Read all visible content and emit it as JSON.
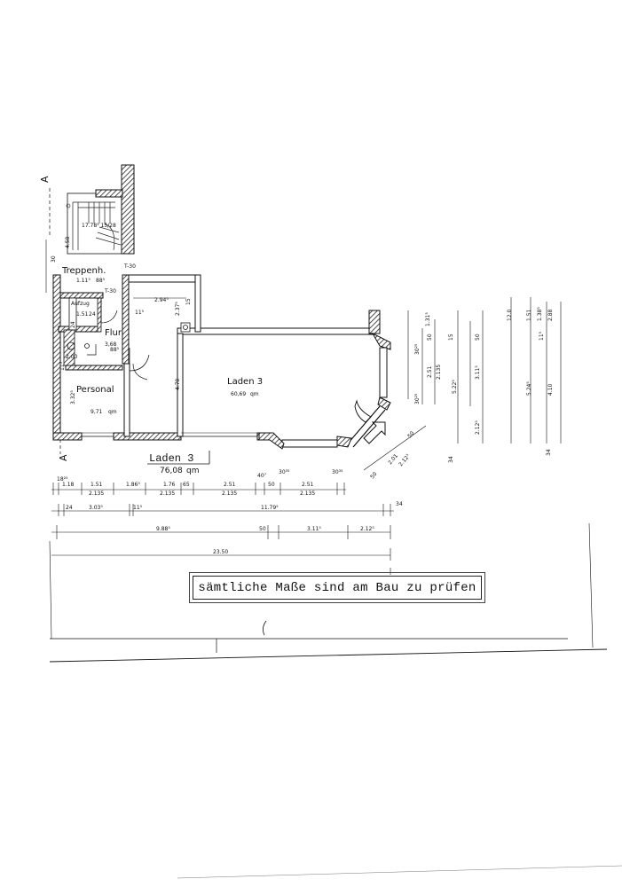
{
  "markers": {
    "section_a": "A"
  },
  "stair": {
    "label": "17.78³ 15/28",
    "height_dim": "4.58",
    "top_dim": "30"
  },
  "rooms": {
    "treppenhaus": {
      "name": "Treppenh."
    },
    "t30_top": "T-30",
    "t30_mid": "T-30",
    "aufzug": {
      "name": "Aufzug"
    },
    "flur": {
      "name": "Flur",
      "area": "3,68",
      "unit": "qm"
    },
    "wc": {
      "area": "2,00"
    },
    "personal": {
      "name": "Personal",
      "area": "9,71",
      "unit": "qm"
    },
    "laden3_main": {
      "name": "Laden 3",
      "area": "60,69",
      "unit": "qm"
    },
    "laden3_total": {
      "name": "Laden 3",
      "area": "76,08",
      "unit": "qm"
    }
  },
  "inner_dims": {
    "d294": "2.94⁵",
    "d237": "2.37⁵",
    "d15": "15",
    "d470": "4.70",
    "d332": "3.32⁵",
    "d24a": "24",
    "d151": "1.51",
    "d24b": "24",
    "d115": "11⁵",
    "d111": "1.11⁵",
    "d885": "88⁵",
    "d885b": "88⁵",
    "d115b": "11⁵"
  },
  "right_dims": {
    "col1": [
      "1.31⁵",
      "30²⁵",
      "50",
      "2.51",
      "2.135",
      "30²⁵"
    ],
    "col2": [
      "15",
      "50",
      "3.11⁵",
      "5.22⁵",
      "2.12⁵"
    ],
    "col3": [
      "12.0",
      "1.51",
      "1.38⁵",
      "2.88",
      "11⁵",
      "5.24⁵",
      "4.10"
    ],
    "bottom_34a": "34",
    "bottom_34b": "34",
    "bay": [
      "50",
      "2.01",
      "2.12⁵",
      "50"
    ]
  },
  "dim_row1": [
    "18²⁵",
    "1.18",
    "1.51",
    "1.86⁵",
    "1.76",
    "65",
    "2.51",
    "40⁷",
    "50",
    "30³⁵",
    "2.51",
    "30³⁵"
  ],
  "dim_row1_sub": [
    "2.135",
    "2.135",
    "2.135",
    "2.135"
  ],
  "dim_row2": [
    "24",
    "3.03⁵",
    "11⁵",
    "11.79⁵",
    "34"
  ],
  "dim_row3": [
    "9.88⁵",
    "50",
    "3.11⁵",
    "2.12⁵"
  ],
  "dim_row4": [
    "23.50"
  ],
  "notice": "sämtliche Maße sind am Bau zu prüfen"
}
